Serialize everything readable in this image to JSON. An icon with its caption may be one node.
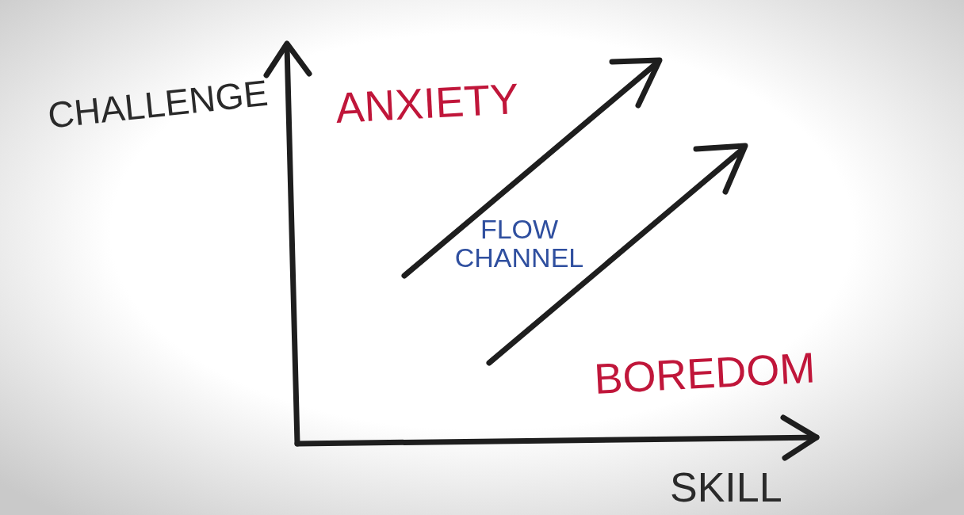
{
  "diagram": {
    "labels": [
      "CHALLENGE",
      "ANXIETY",
      "FLOW CHANNEL",
      "BOREDOM",
      "SKILL"
    ]
  }
}
